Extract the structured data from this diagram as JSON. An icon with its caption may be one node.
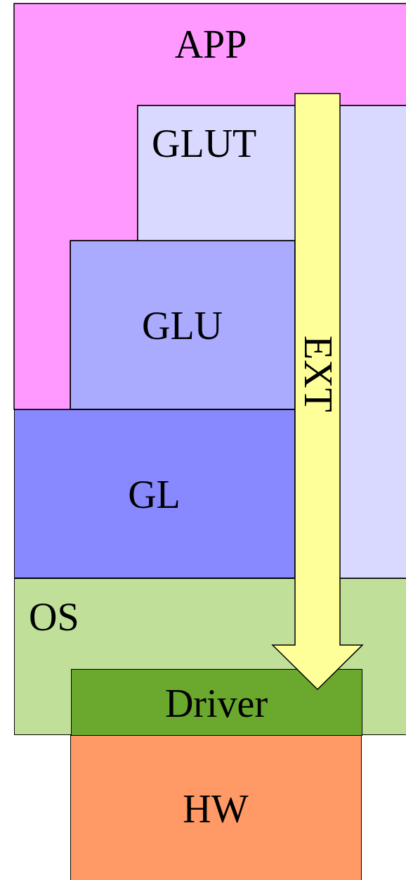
{
  "diagram": {
    "nodes": [
      {
        "text": [
          "APP"
        ]
      },
      {
        "text": [
          "GLUT"
        ]
      },
      {
        "text": [
          "GLU"
        ],
        "in": 0
      },
      {
        "text": [
          "GL"
        ]
      },
      {
        "text": [
          "OS"
        ]
      },
      {
        "text": [
          "Driver"
        ],
        "in": 4
      },
      {
        "text": [
          "HW"
        ]
      },
      {
        "text": [
          "EXT"
        ]
      }
    ]
  }
}
